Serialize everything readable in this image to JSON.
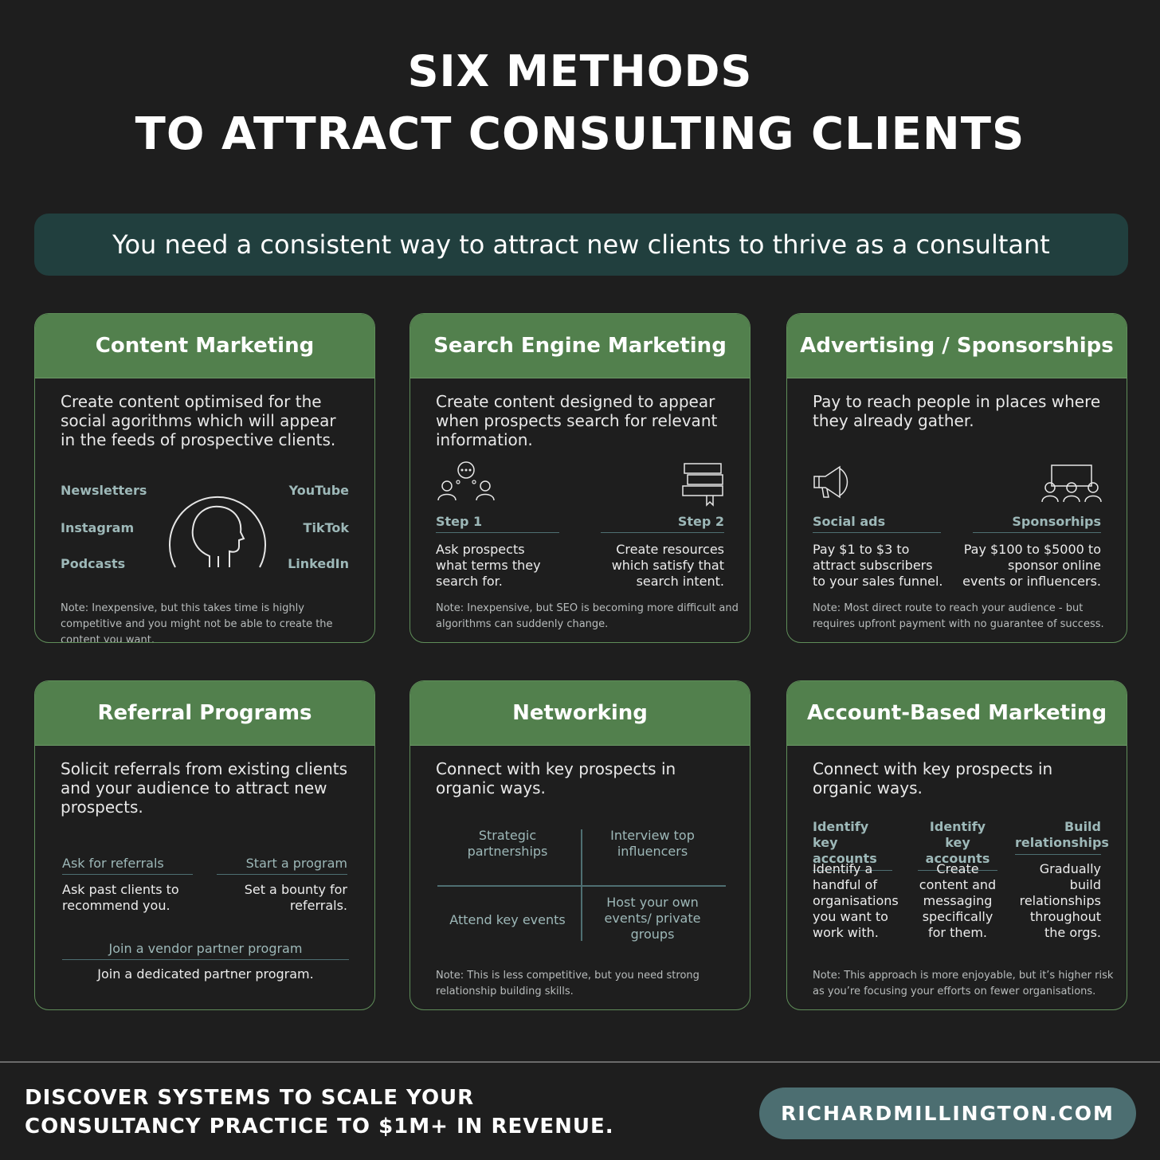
{
  "title": {
    "line1": "SIX METHODS",
    "line2": "TO ATTRACT CONSULTING CLIENTS"
  },
  "banner": "You need a consistent way to attract new clients to thrive as a consultant",
  "cards": {
    "content": {
      "heading": "Content Marketing",
      "desc": "Create content optimised for the social agorithms which will appear in the feeds of prospective clients.",
      "channels": [
        "Newsletters",
        "Instagram",
        "Podcasts",
        "YouTube",
        "TikTok",
        "LinkedIn"
      ],
      "note": "Note: Inexpensive, but this takes time is highly competitive and you might not be able to create the content you want.",
      "icon": "head-profile-icon"
    },
    "sem": {
      "heading": "Search Engine Marketing",
      "desc": "Create content designed to appear when prospects search for relevant information.",
      "step1_label": "Step 1",
      "step1_text": "Ask prospects what terms they search for.",
      "step2_label": "Step 2",
      "step2_text": "Create resources which satisfy that search intent.",
      "note": "Note: Inexpensive, but SEO is becoming more difficult and algorithms can suddenly change.",
      "icons": [
        "conversation-icon",
        "books-icon"
      ]
    },
    "ads": {
      "heading": "Advertising / Sponsorships",
      "desc": "Pay to reach people in places where they already gather.",
      "left_label": "Social ads",
      "left_text": "Pay $1 to $3 to attract subscribers to your sales funnel.",
      "right_label": "Sponsorhips",
      "right_text": "Pay $100 to $5000 to sponsor online events or influencers.",
      "note": "Note: Most direct route to reach your audience - but requires upfront payment with no guarantee of success.",
      "icons": [
        "megaphone-icon",
        "audience-screen-icon"
      ]
    },
    "referral": {
      "heading": "Referral Programs",
      "desc": "Solicit referrals from existing clients and your audience to attract new prospects.",
      "left_label": "Ask for referrals",
      "left_text": "Ask past clients to recommend you.",
      "right_label": "Start a program",
      "right_text": "Set a bounty for referrals.",
      "bottom_label": "Join a vendor partner program",
      "bottom_text": "Join a dedicated partner program."
    },
    "networking": {
      "heading": "Networking",
      "desc": "Connect with key prospects in organic ways.",
      "q1": "Strategic partnerships",
      "q2": "Interview top influencers",
      "q3": "Attend key events",
      "q4": "Host your own events/ private groups",
      "note": "Note:  This is less competitive, but you need strong relationship building skills."
    },
    "abm": {
      "heading": "Account-Based Marketing",
      "desc": "Connect with key prospects in organic ways.",
      "col1_label": "Identify key accounts",
      "col1_text": "Identify a handful of organisations you want to work with.",
      "col2_label": "Identify key accounts",
      "col2_text": "Create content and messaging specifically for them.",
      "col3_label": "Build relationships",
      "col3_text": "Gradually build relationships throughout the orgs.",
      "note": "Note:  This approach is more enjoyable, but  it’s higher risk as you’re focusing your efforts on fewer organisations."
    }
  },
  "footer": {
    "cta_line1": "DISCOVER SYSTEMS TO SCALE YOUR",
    "cta_line2": "CONSULTANCY PRACTICE TO $1M+ IN REVENUE.",
    "site": "RICHARDMILLINGTON.COM"
  },
  "colors": {
    "background": "#1e1e1e",
    "card_header": "#52804d",
    "banner": "#213f3e",
    "accent_text": "#9db8b8",
    "site_button": "#4c6e71"
  }
}
